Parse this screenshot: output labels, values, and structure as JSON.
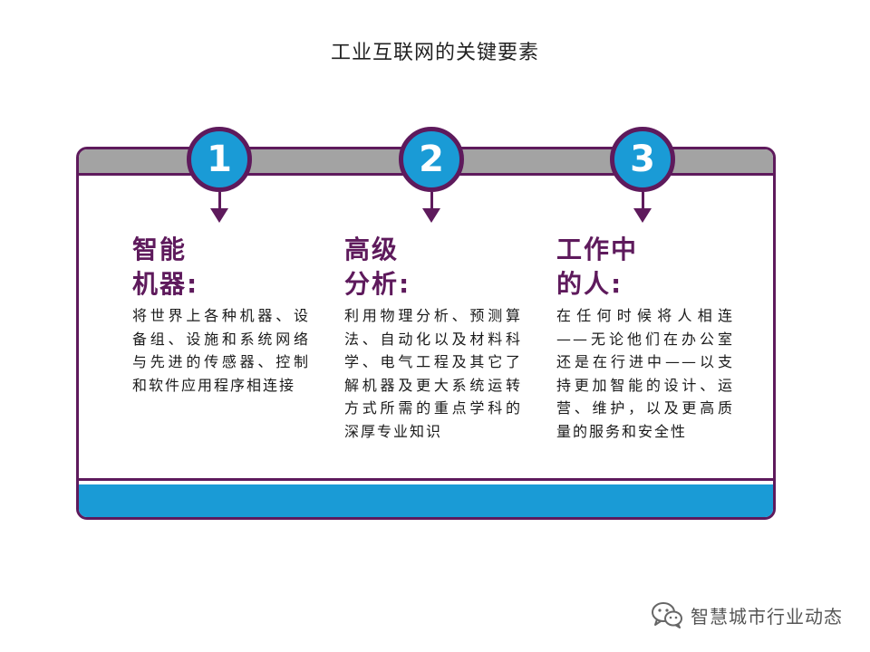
{
  "title": "工业互联网的关键要素",
  "columns": [
    {
      "number": "1",
      "title_lines": [
        "智能",
        "机器:"
      ],
      "description": "将世界上各种机器、设备组、设施和系统网络与先进的传感器、控制和软件应用程序相连接"
    },
    {
      "number": "2",
      "title_lines": [
        "高级",
        "分析:"
      ],
      "description": "利用物理分析、预测算法、自动化以及材料科学、电气工程及其它了解机器及更大系统运转方式所需的重点学科的深厚专业知识"
    },
    {
      "number": "3",
      "title_lines": [
        "工作中",
        "的人:"
      ],
      "description": "在任何时候将人相连——无论他们在办公室还是在行进中——以支持更加智能的设计、运营、维护，以及更高质量的服务和安全性"
    }
  ],
  "watermark": {
    "icon": "wechat-icon",
    "text": "智慧城市行业动态"
  },
  "colors": {
    "purple": "#5e1a5c",
    "blue": "#1a9bd6",
    "gray": "#a3a3a3"
  }
}
